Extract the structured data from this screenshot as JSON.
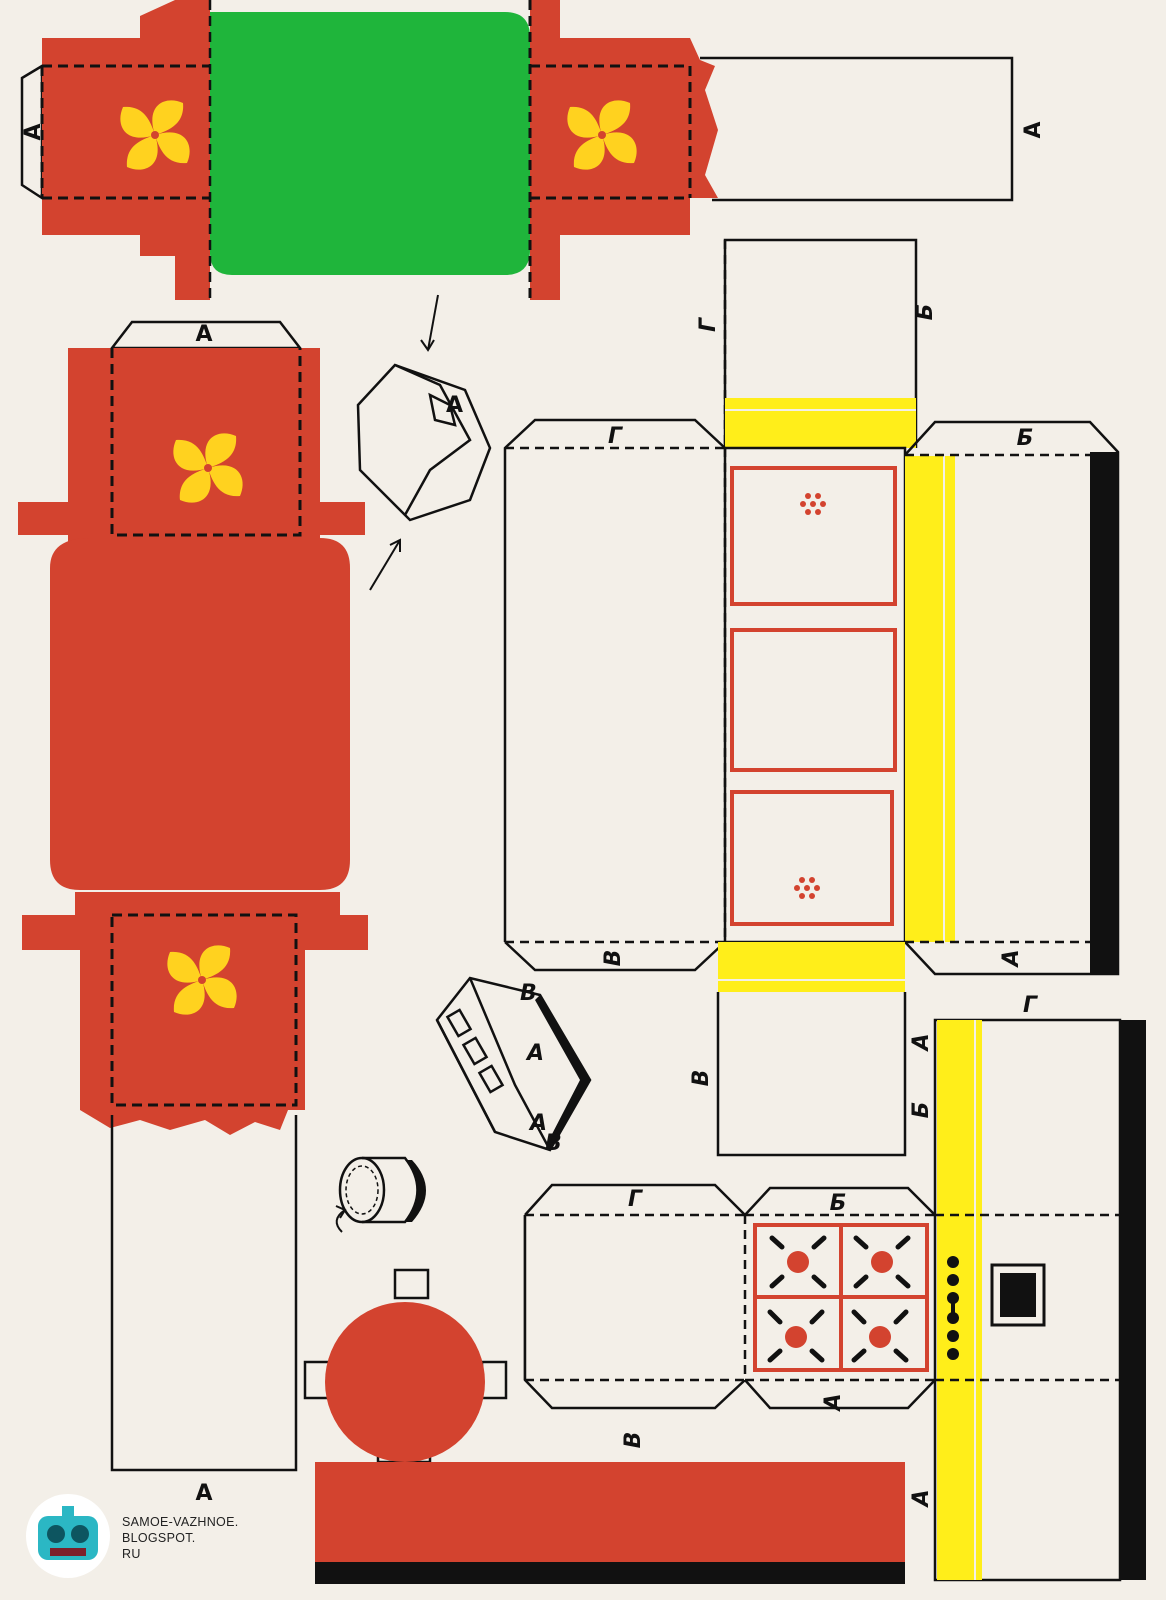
{
  "fold_labels": {
    "a": "А",
    "b": "Б",
    "v": "В",
    "g": "Г"
  },
  "watermark": {
    "line1": "SAMOE-VAZHNOE.",
    "line2": "BLOGSPOT.",
    "line3": "RU",
    "icon": "robot-icon"
  },
  "colors": {
    "paper": "#f3efe8",
    "red": "#d3432f",
    "green": "#1fb53b",
    "yellow": "#ffee1a",
    "black": "#111111",
    "flower": "#ffd21f"
  }
}
